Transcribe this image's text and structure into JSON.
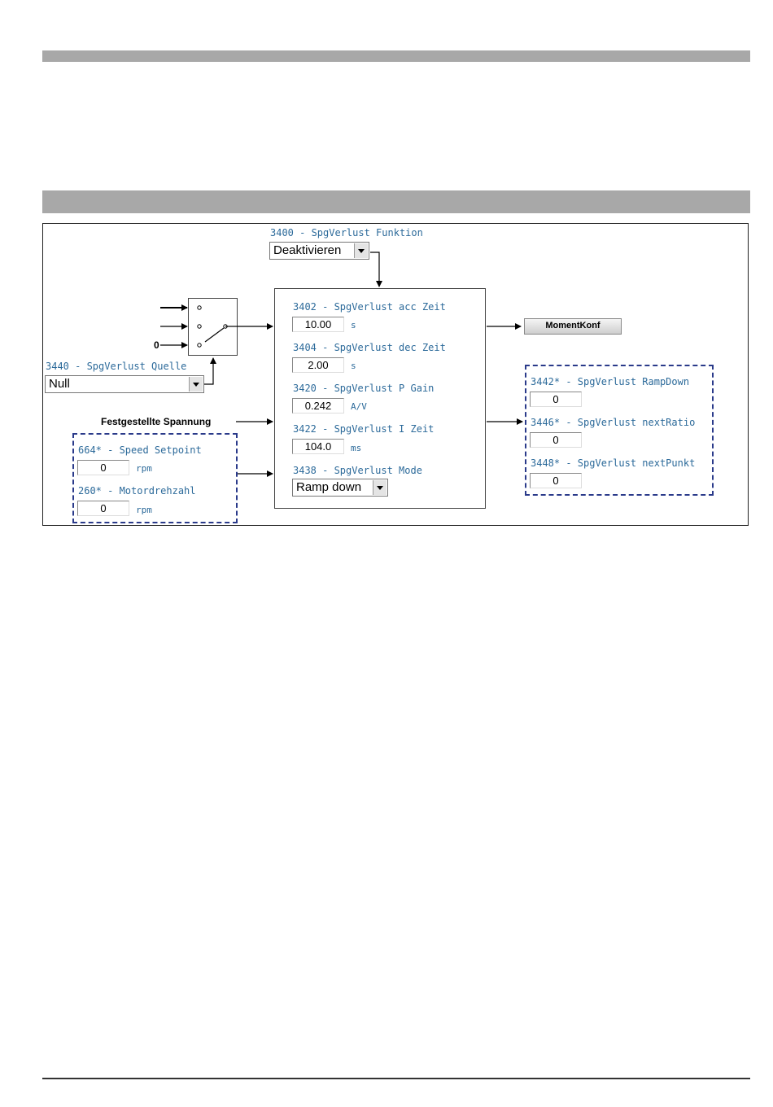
{
  "params": {
    "func": {
      "label": "3400 - SpgVerlust  Funktion",
      "value": "Deaktivieren"
    },
    "quelle": {
      "label": "3440 - SpgVerlust Quelle",
      "value": "Null"
    },
    "switch_zero": "0",
    "acc": {
      "label": "3402 - SpgVerlust acc Zeit",
      "value": "10.00",
      "unit": "s"
    },
    "dec": {
      "label": "3404 - SpgVerlust dec Zeit",
      "value": "2.00",
      "unit": "s"
    },
    "pgain": {
      "label": "3420 - SpgVerlust P Gain",
      "value": "0.242",
      "unit": "A/V"
    },
    "izeit": {
      "label": "3422 - SpgVerlust I Zeit",
      "value": "104.0",
      "unit": "ms"
    },
    "mode": {
      "label": "3438 - SpgVerlust Mode",
      "value": "Ramp down"
    },
    "spannung": "Festgestellte Spannung",
    "speed_setpoint": {
      "label": "664* - Speed Setpoint",
      "value": "0",
      "unit": "rpm"
    },
    "motordrehzahl": {
      "label": "260* - Motordrehzahl",
      "value": "0",
      "unit": "rpm"
    },
    "moment_button": "MomentKonf",
    "rampdown": {
      "label": "3442* - SpgVerlust RampDown",
      "value": "0"
    },
    "nextratio": {
      "label": "3446* - SpgVerlust nextRatio",
      "value": "0"
    },
    "nextpunkt": {
      "label": "3448* - SpgVerlust nextPunkt",
      "value": "0"
    }
  },
  "colors": {
    "label": "#2c6a9a",
    "dashed_border": "#2a3a8a",
    "header_bar": "#a8a8a8"
  }
}
